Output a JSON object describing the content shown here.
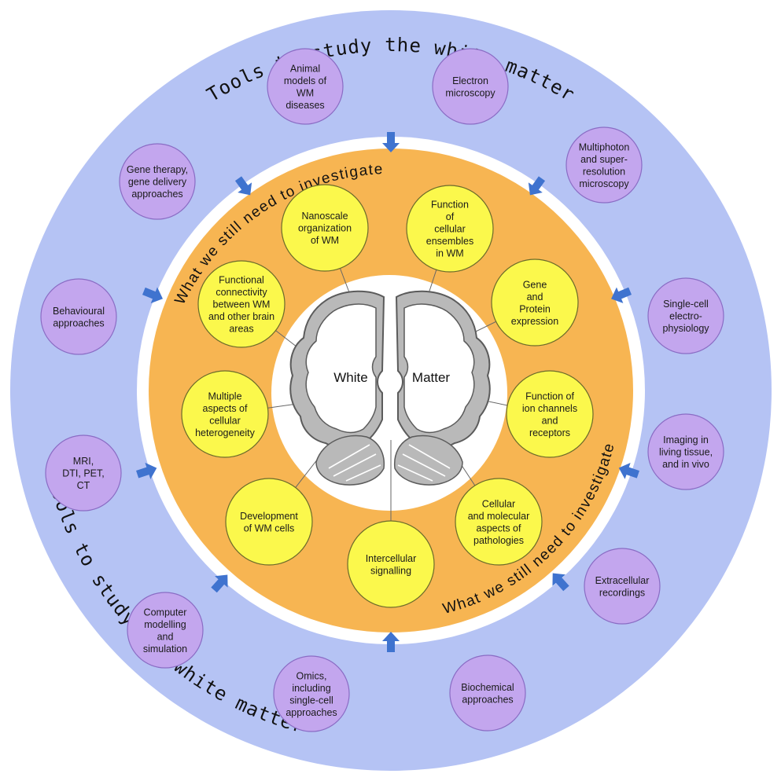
{
  "colors": {
    "outer_ring": "#b5c3f4",
    "middle_ring": "#f7b552",
    "tool_circle": "#c3a6ee",
    "tool_circle_stroke": "#8a6cc4",
    "investigate_circle": "#fbf84c",
    "investigate_circle_stroke": "#6b6b2a",
    "arrow": "#3f73cf",
    "brain_gray": "#b9b9b9"
  },
  "outer_ring_text": {
    "top": "Tools to study the white matter",
    "bottom": "Tools to study the white matter"
  },
  "middle_ring_text": {
    "top": "What we still need to investigate",
    "bottom": "What we still need to investigate"
  },
  "center": {
    "left_label": "White",
    "right_label": "Matter"
  },
  "tools": [
    {
      "lines": [
        "Animal",
        "models of",
        "WM",
        "diseases"
      ],
      "icon": ""
    },
    {
      "lines": [
        "Electron",
        "microscopy"
      ]
    },
    {
      "lines": [
        "Multiphoton",
        "and super-",
        "resolution",
        "microscopy"
      ]
    },
    {
      "lines": [
        "Single-cell",
        "electro-",
        "physiology"
      ]
    },
    {
      "lines": [
        "Imaging in",
        "living tissue,",
        "and in vivo"
      ]
    },
    {
      "lines": [
        "Extracellular",
        "recordings"
      ]
    },
    {
      "lines": [
        "Biochemical",
        "approaches"
      ]
    },
    {
      "lines": [
        "Omics,",
        "including",
        "single-cell",
        "approaches"
      ]
    },
    {
      "lines": [
        "Computer",
        "modelling",
        "and",
        "simulation"
      ]
    },
    {
      "lines": [
        "MRI,",
        "DTI, PET,",
        "CT"
      ]
    },
    {
      "lines": [
        "Behavioural",
        "approaches"
      ]
    },
    {
      "lines": [
        "Gene therapy,",
        "gene delivery",
        "approaches"
      ]
    }
  ],
  "investigations": [
    {
      "lines": [
        "Nanoscale",
        "organization",
        "of WM"
      ]
    },
    {
      "lines": [
        "Function",
        "of",
        "cellular",
        "ensembles",
        "in WM"
      ]
    },
    {
      "lines": [
        "Gene",
        "and",
        "Protein",
        "expression"
      ]
    },
    {
      "lines": [
        "Function of",
        "ion channels",
        "and",
        "receptors"
      ]
    },
    {
      "lines": [
        "Cellular",
        "and molecular",
        "aspects of",
        "pathologies"
      ]
    },
    {
      "lines": [
        "Intercellular",
        "signalling"
      ]
    },
    {
      "lines": [
        "Development",
        "of WM cells"
      ]
    },
    {
      "lines": [
        "Multiple",
        "aspects of",
        "cellular",
        "heterogeneity"
      ]
    },
    {
      "lines": [
        "Functional",
        "connectivity",
        "between WM",
        "and other brain",
        "areas"
      ]
    }
  ]
}
